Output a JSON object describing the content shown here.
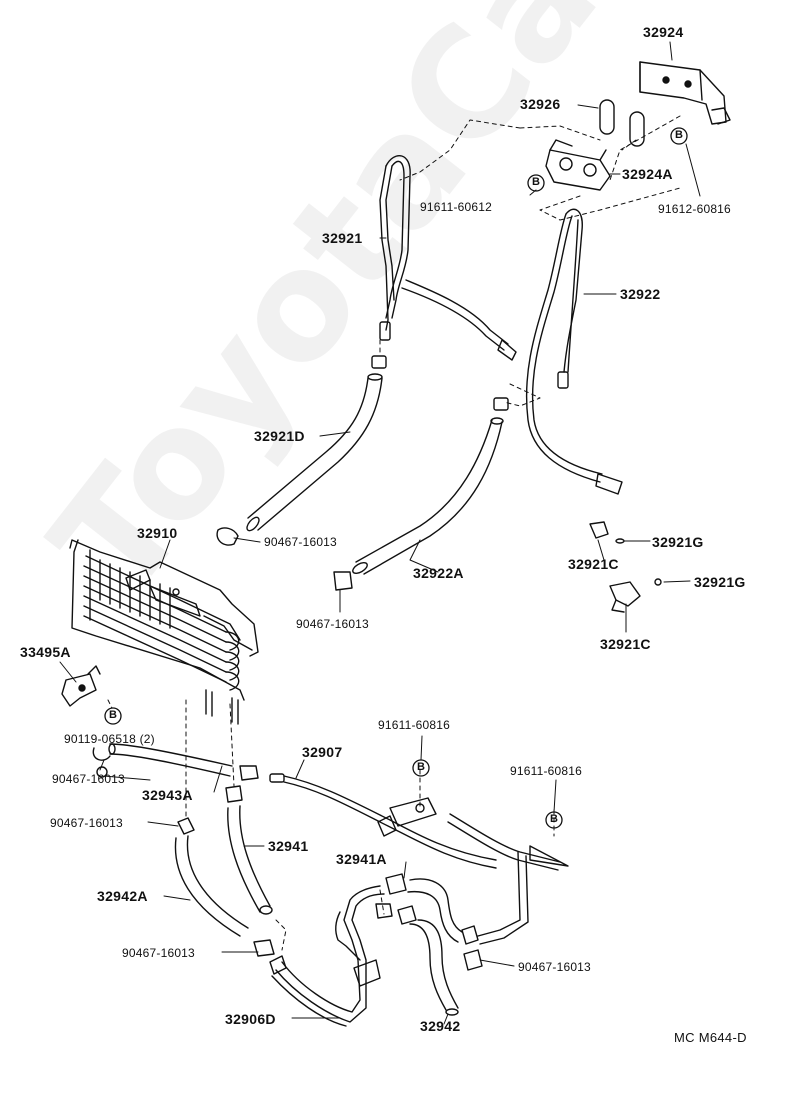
{
  "diagram": {
    "labels": {
      "p32924": "32924",
      "p32926": "32926",
      "p32924A": "32924A",
      "p91611_60612": "91611-60612",
      "p91612_60816": "91612-60816",
      "p32921": "32921",
      "p32922": "32922",
      "p32921D": "32921D",
      "p90467_1": "90467-16013",
      "p32910": "32910",
      "p32922A": "32922A",
      "p90467_2": "90467-16013",
      "p32921C_1": "32921C",
      "p32921G_1": "32921G",
      "p32921G_2": "32921G",
      "p32921C_2": "32921C",
      "p33495A": "33495A",
      "p90119": "90119-06518 (2)",
      "p90467_3": "90467-16013",
      "p32943A": "32943A",
      "p90467_4": "90467-16013",
      "p91611_60816_a": "91611-60816",
      "p32907": "32907",
      "p91611_60816_b": "91611-60816",
      "p32941": "32941",
      "p32941A": "32941A",
      "p32942A": "32942A",
      "p90467_5": "90467-16013",
      "p90467_6": "90467-16013",
      "p32906D": "32906D",
      "p32942": "32942"
    },
    "bolt_marker": "B",
    "footer_code": "MC M644-D",
    "watermark": "ToyotaCarMine.ru"
  }
}
